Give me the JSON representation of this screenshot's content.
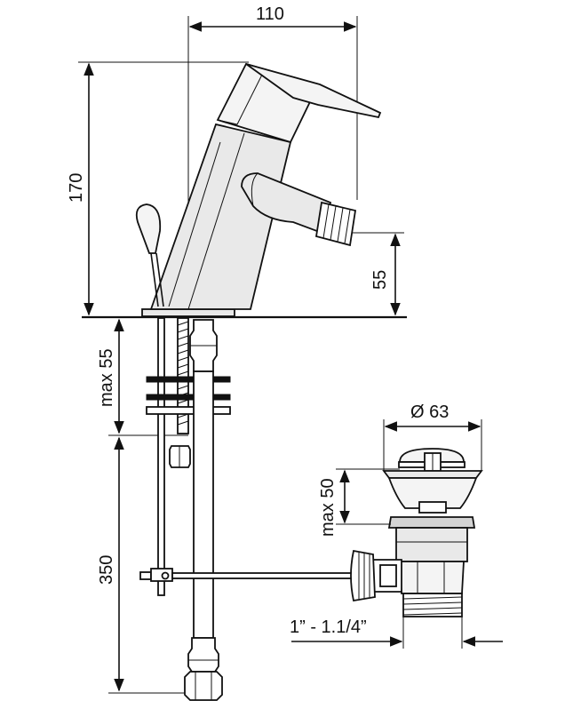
{
  "dimensions": {
    "width_top": "110",
    "height_total": "170",
    "spout_height": "55",
    "max_thickness": "max 55",
    "hose_length": "350",
    "waste_diameter": "Ø 63",
    "waste_max_height": "max 50",
    "waste_thread": "1” - 1.1/4”"
  }
}
